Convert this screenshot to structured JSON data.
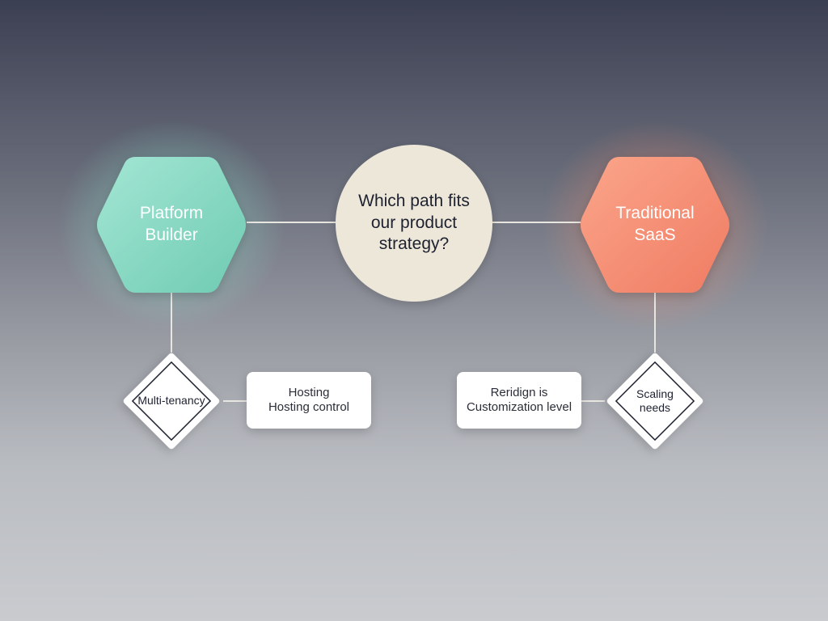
{
  "colors": {
    "platform_node": "#7fd6bf",
    "saas_node": "#f48a70",
    "question_node": "#ece7d9",
    "connector": "#e8e6e0",
    "card_fill": "#ffffff",
    "diamond_outline": "#1e2130"
  },
  "nodes": {
    "platform_builder": {
      "label": "Platform\nBuilder"
    },
    "question": {
      "label": "Which path fits\nour product\nstrategy?"
    },
    "traditional_saas": {
      "label": "Traditional\nSaaS"
    },
    "multi_tenancy": {
      "label": "Multi-tenancy"
    },
    "hosting_box": {
      "label": "Hosting\nHosting control"
    },
    "customization_box": {
      "label": "Reridign is\nCustomization level"
    },
    "scaling_needs": {
      "label": "Scaling\nneeds"
    }
  }
}
